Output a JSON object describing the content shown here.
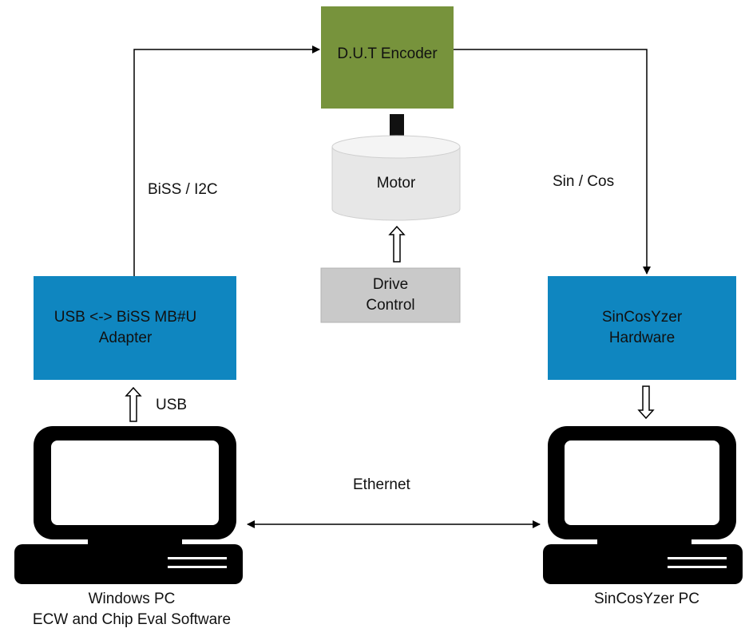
{
  "colors": {
    "encoder_fill": "#77933c",
    "blue_fill": "#0f86c0",
    "drive_fill": "#c9c9c9",
    "motor_fill": "#e7e7e7",
    "line": "#000000",
    "computer": "#000000"
  },
  "nodes": {
    "encoder": {
      "label": "D.U.T Encoder"
    },
    "motor": {
      "label": "Motor"
    },
    "drive": {
      "line1": "Drive",
      "line2": "Control"
    },
    "adapter": {
      "line1": "USB <-> BiSS MB#U",
      "line2": "Adapter"
    },
    "sincos_hw": {
      "line1": "SinCosYzer",
      "line2": "Hardware"
    },
    "windows_pc": {
      "line1": "Windows PC",
      "line2": "ECW and Chip Eval Software"
    },
    "sincos_pc": {
      "label": "SinCosYzer PC"
    }
  },
  "edges": {
    "biss": "BiSS / I2C",
    "sincos": "Sin / Cos",
    "usb": "USB",
    "ethernet": "Ethernet"
  },
  "icons": [
    "computer-icon",
    "hollow-arrow-icon"
  ]
}
